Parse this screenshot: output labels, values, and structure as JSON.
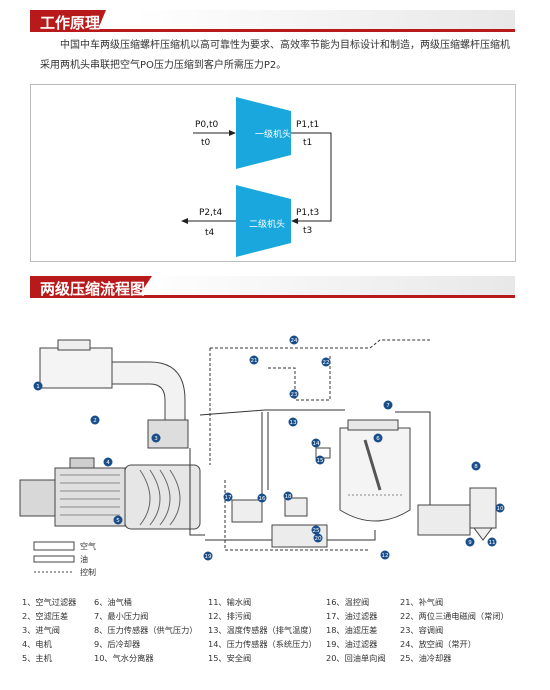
{
  "section1": {
    "title": "工作原理"
  },
  "intro": "中国中车两级压缩螺杆压缩机以高可靠性为要求、高效率节能为目标设计和制造，两级压缩螺杆压缩机采用两机头串联把空气PO压力压缩到客户所需压力P2。",
  "principle": {
    "stage1": "一级机头",
    "stage2": "二级机头",
    "in_top": "P0,t0",
    "in_bottom": "t0",
    "s1_out_top": "P1,t1",
    "s1_out_bottom": "t1",
    "s2_in_top": "P1,t3",
    "s2_in_bottom": "t3",
    "out_top": "P2,t4",
    "out_bottom": "t4"
  },
  "section2": {
    "title": "两级压缩流程图"
  },
  "legend": {
    "air": "空气",
    "oil": "油",
    "control": "控制"
  },
  "parts": [
    "1、空气过滤器",
    "6、油气桶",
    "11、输水阀",
    "16、温控阀",
    "21、补气阀",
    "2、空滤压差",
    "7、最小压力阀",
    "12、排污阀",
    "17、油过滤器",
    "22、两位三通电磁阀（常闭）",
    "3、进气阀",
    "8、压力传感器（供气压力）",
    "13、温度传感器（排气温度）",
    "18、油滤压差",
    "23、容调阀",
    "4、电机",
    "9、后冷却器",
    "14、压力传感器（系统压力）",
    "19、油过滤器",
    "24、放空阀（常开）",
    "5、主机",
    "10、气水分离器",
    "15、安全阀",
    "20、回油单向阀",
    "25、油冷却器"
  ],
  "callouts": [
    "1",
    "2",
    "3",
    "4",
    "5",
    "6",
    "7",
    "8",
    "9",
    "10",
    "11",
    "12",
    "13",
    "14",
    "15",
    "16",
    "17",
    "18",
    "19",
    "20",
    "21",
    "22",
    "23",
    "24",
    "25"
  ],
  "colors": {
    "accent": "#b8191a",
    "compressor": "#1aa7dd",
    "callout": "#1a4e8a"
  }
}
